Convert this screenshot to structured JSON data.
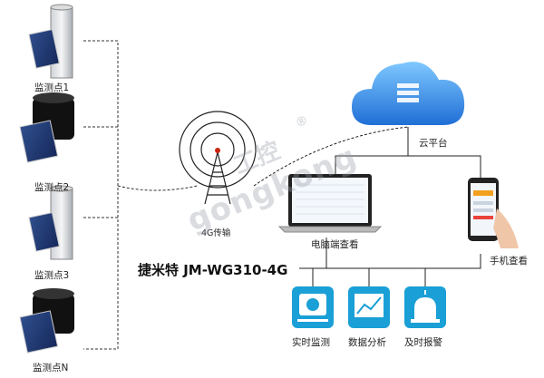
{
  "stations": [
    {
      "label": "监测点1"
    },
    {
      "label": "监测点2"
    },
    {
      "label": "监测点3"
    },
    {
      "label": "监测点N"
    }
  ],
  "signal_label": "4G传输",
  "cloud_label": "云平台",
  "pc_label": "电脑端查看",
  "phone_label": "手机查看",
  "device_title": "捷米特 JM-WG310-4G",
  "functions": [
    {
      "label": "实时监测",
      "icon": "camera-icon"
    },
    {
      "label": "数据分析",
      "icon": "chart-icon"
    },
    {
      "label": "及时报警",
      "icon": "alarm-icon"
    }
  ],
  "watermark": {
    "line1": "工控",
    "line2": "gongkong",
    "mark": "®"
  },
  "colors": {
    "accent": "#1a9fd6",
    "cloud": "#2b8fe0",
    "line": "#222222"
  }
}
